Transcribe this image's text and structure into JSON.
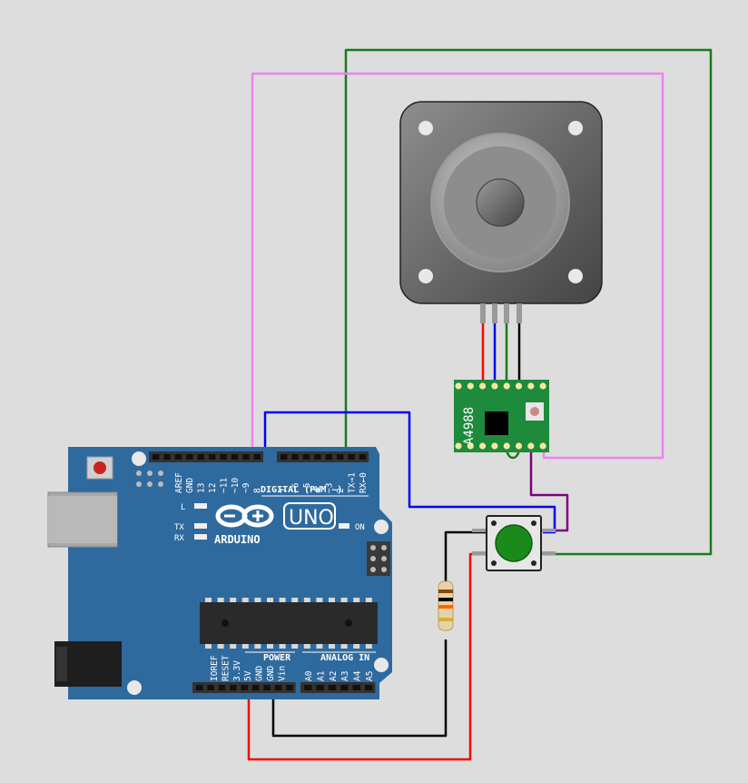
{
  "colors": {
    "background": "#dddddd",
    "board": "#2f6a9e",
    "driver_board": "#1e8a3c",
    "wire_green": "#1a7a1a",
    "wire_pink": "#ee82ee",
    "wire_blue": "#0000ff",
    "wire_purple": "#800080",
    "wire_red": "#ff0000",
    "wire_black": "#000000",
    "button_cap": "#1a8a1a"
  },
  "arduino": {
    "brand": "ARDUINO",
    "model": "UNO",
    "power_label": "ON",
    "led_l": "L",
    "led_tx": "TX",
    "led_rx": "RX",
    "digital_header_label": "DIGITAL (PWM ~)",
    "power_header_label": "POWER",
    "analog_header_label": "ANALOG IN",
    "digital_pins": [
      "AREF",
      "GND",
      "13",
      "12",
      "~11",
      "~10",
      "~9",
      "8",
      "7",
      "~6",
      "~5",
      "4",
      "~3",
      "2",
      "TX→1",
      "RX←0"
    ],
    "power_pins": [
      "IOREF",
      "RESET",
      "3.3V",
      "5V",
      "GND",
      "GND",
      "Vin"
    ],
    "analog_pins": [
      "A0",
      "A1",
      "A2",
      "A3",
      "A4",
      "A5"
    ]
  },
  "driver": {
    "label": "A4988"
  },
  "stepper": {
    "icon": "stepper-motor-icon"
  },
  "button": {
    "icon": "pushbutton-icon"
  },
  "resistor": {
    "icon": "resistor-icon"
  }
}
